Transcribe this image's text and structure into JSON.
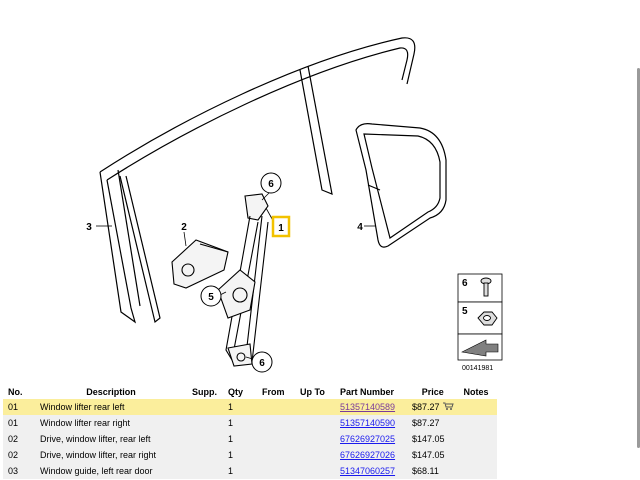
{
  "diagram": {
    "callouts": [
      "1",
      "2",
      "3",
      "4",
      "5",
      "6",
      "6"
    ],
    "legend": {
      "items": [
        "6",
        "5"
      ]
    },
    "image_code": "00141981"
  },
  "table": {
    "headers": [
      "No.",
      "Description",
      "Supp.",
      "Qty",
      "From",
      "Up To",
      "Part Number",
      "Price",
      "Notes"
    ],
    "rows": [
      {
        "no": "01",
        "description": "Window lifter rear left",
        "supp": "",
        "qty": "1",
        "from": "",
        "upto": "",
        "part_number": "51357140589",
        "price": "$87.27",
        "notes": "",
        "highlighted": true,
        "cart_icon": "cart-icon"
      },
      {
        "no": "01",
        "description": "Window lifter rear right",
        "supp": "",
        "qty": "1",
        "from": "",
        "upto": "",
        "part_number": "51357140590",
        "price": "$87.27",
        "notes": ""
      },
      {
        "no": "02",
        "description": "Drive, window lifter, rear left",
        "supp": "",
        "qty": "1",
        "from": "",
        "upto": "",
        "part_number": "67626927025",
        "price": "$147.05",
        "notes": ""
      },
      {
        "no": "02",
        "description": "Drive, window lifter, rear right",
        "supp": "",
        "qty": "1",
        "from": "",
        "upto": "",
        "part_number": "67626927026",
        "price": "$147.05",
        "notes": ""
      },
      {
        "no": "03",
        "description": "Window guide, left rear door",
        "supp": "",
        "qty": "1",
        "from": "",
        "upto": "",
        "part_number": "51347060257",
        "price": "$68.11",
        "notes": ""
      }
    ]
  },
  "colors": {
    "highlight_row": "#fbee9c",
    "row": "#f0f0f0",
    "link": "#1a1aee",
    "visited_link": "#7a3b9a",
    "callout_box": "#f2c200"
  }
}
